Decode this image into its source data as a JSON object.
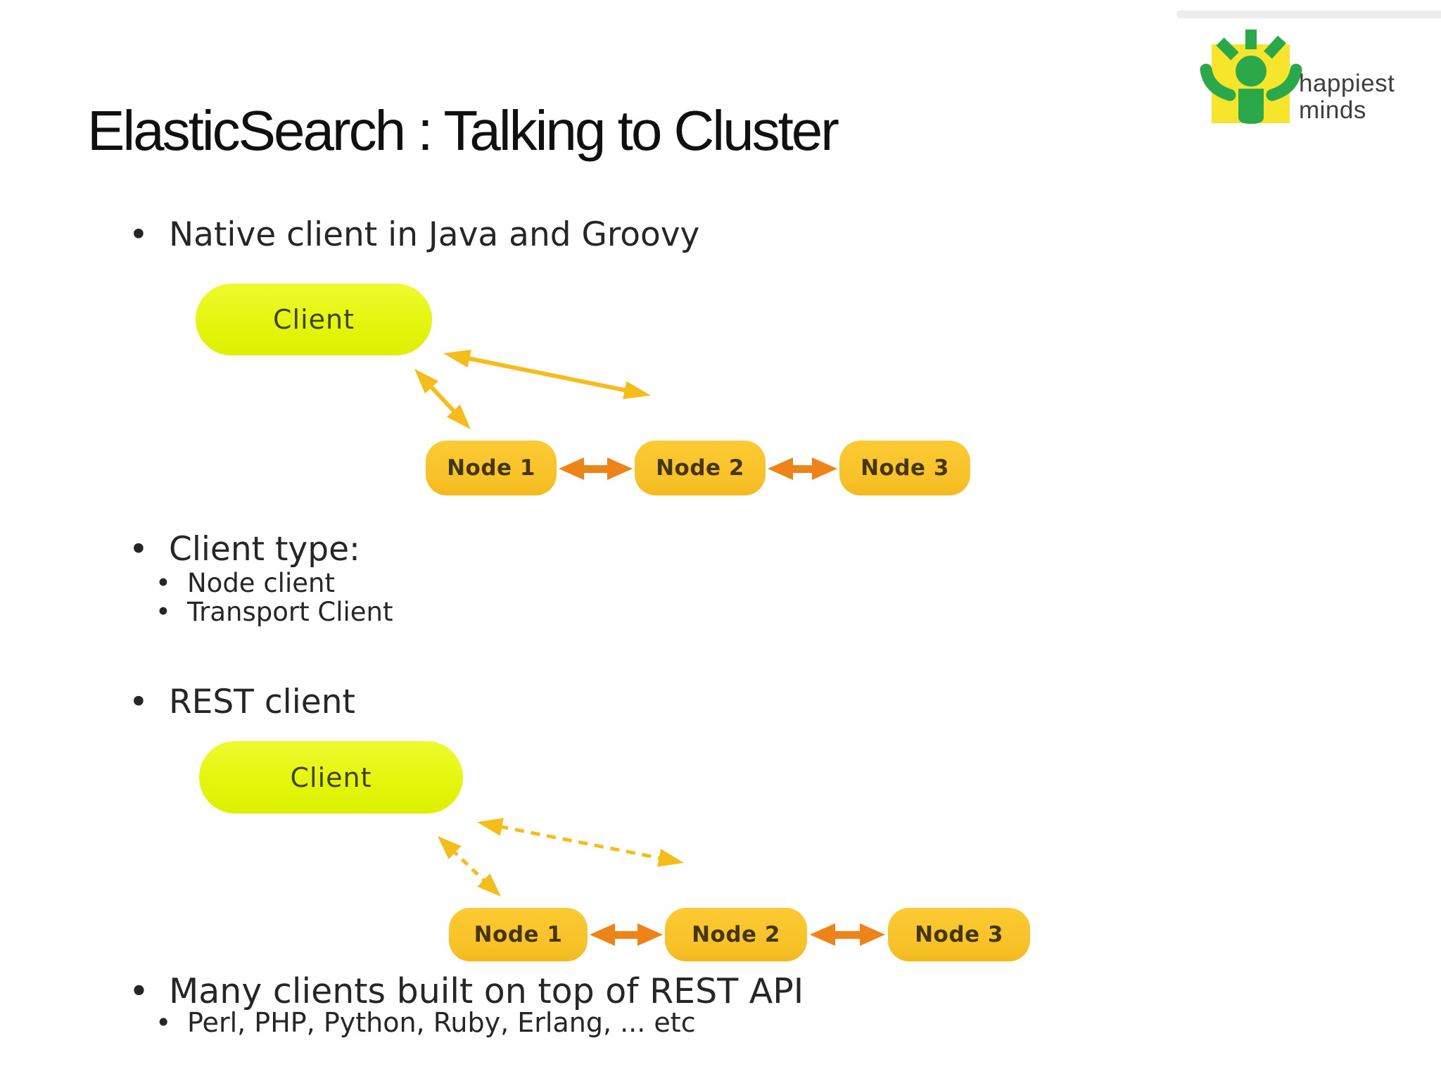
{
  "slide": {
    "title": "ElasticSearch : Talking to Cluster",
    "logo": {
      "word1": "happiest",
      "word2": "minds"
    },
    "bullets": {
      "native": "Native client in Java and Groovy",
      "client_type": "Client type:",
      "client_type_items": [
        "Node client",
        "Transport Client"
      ],
      "rest": "REST client",
      "many": "Many clients built on top of REST API",
      "languages": "Perl, PHP, Python, Ruby, Erlang, ... etc"
    },
    "diagram_native": {
      "client": "Client",
      "nodes": [
        "Node 1",
        "Node 2",
        "Node 3"
      ]
    },
    "diagram_rest": {
      "client": "Client",
      "nodes": [
        "Node 1",
        "Node 2",
        "Node 3"
      ]
    },
    "colors": {
      "client_pill": "#e3f60a",
      "node_pill": "#f8c228",
      "arrow_yellow": "#f4bd1a",
      "connector_orange": "#ee8418",
      "logo_yellow": "#f7e52b",
      "logo_green": "#2ba84a",
      "logo_text": "#3e3e3e"
    }
  }
}
